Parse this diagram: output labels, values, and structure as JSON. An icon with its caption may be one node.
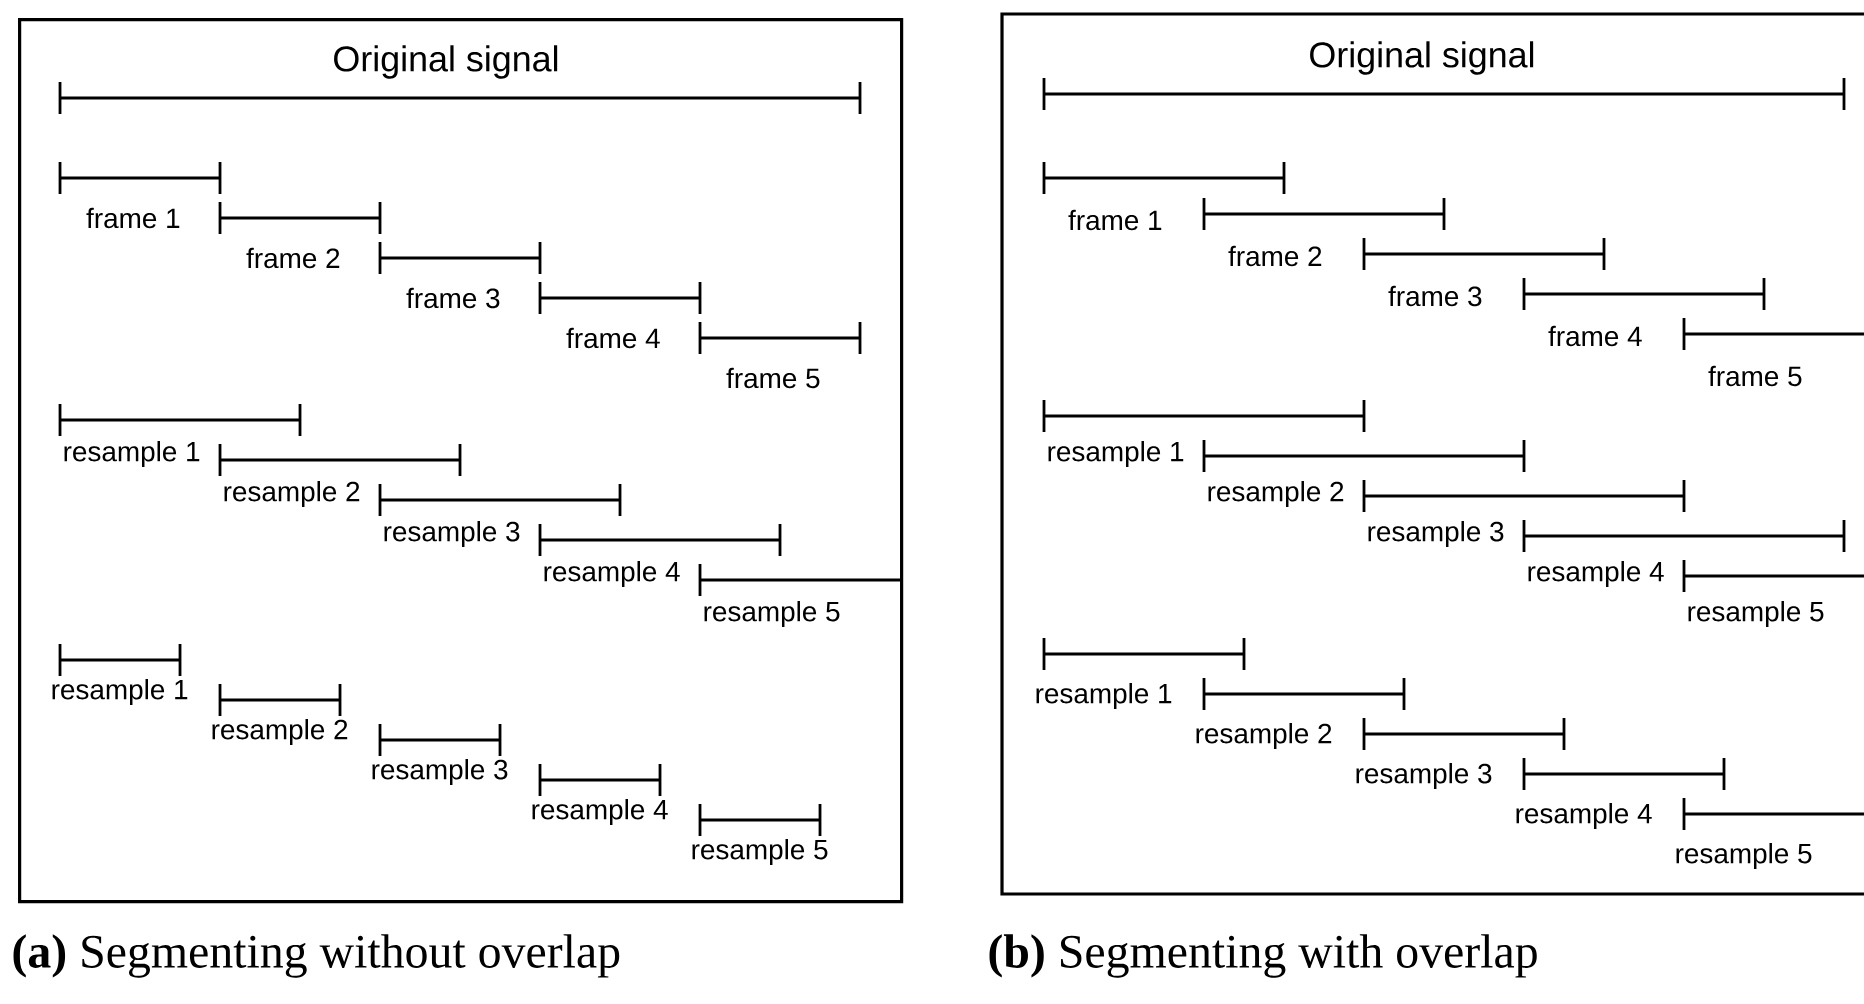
{
  "diagram": {
    "nodes": [
      {
        "text": [
          "Original signal"
        ]
      },
      {
        "text": [
          "Original signal"
        ]
      }
    ],
    "labels": [
      "frame 1",
      "frame 2",
      "frame 3",
      "frame 4",
      "frame 5",
      "resample 1",
      "resample 2",
      "resample 3",
      "resample 4",
      "resample 5",
      "resample 1",
      "resample 2",
      "resample 3",
      "resample 4",
      "resample 5",
      "frame 1",
      "frame 2",
      "frame 3",
      "frame 4",
      "frame 5",
      "resample 1",
      "resample 2",
      "resample 3",
      "resample 4",
      "resample 5",
      "resample 1",
      "resample 2",
      "resample 3",
      "resample 4",
      "resample 5",
      "**(a)** Segmenting without overlap",
      "**(b)** Segmenting with overlap"
    ]
  }
}
